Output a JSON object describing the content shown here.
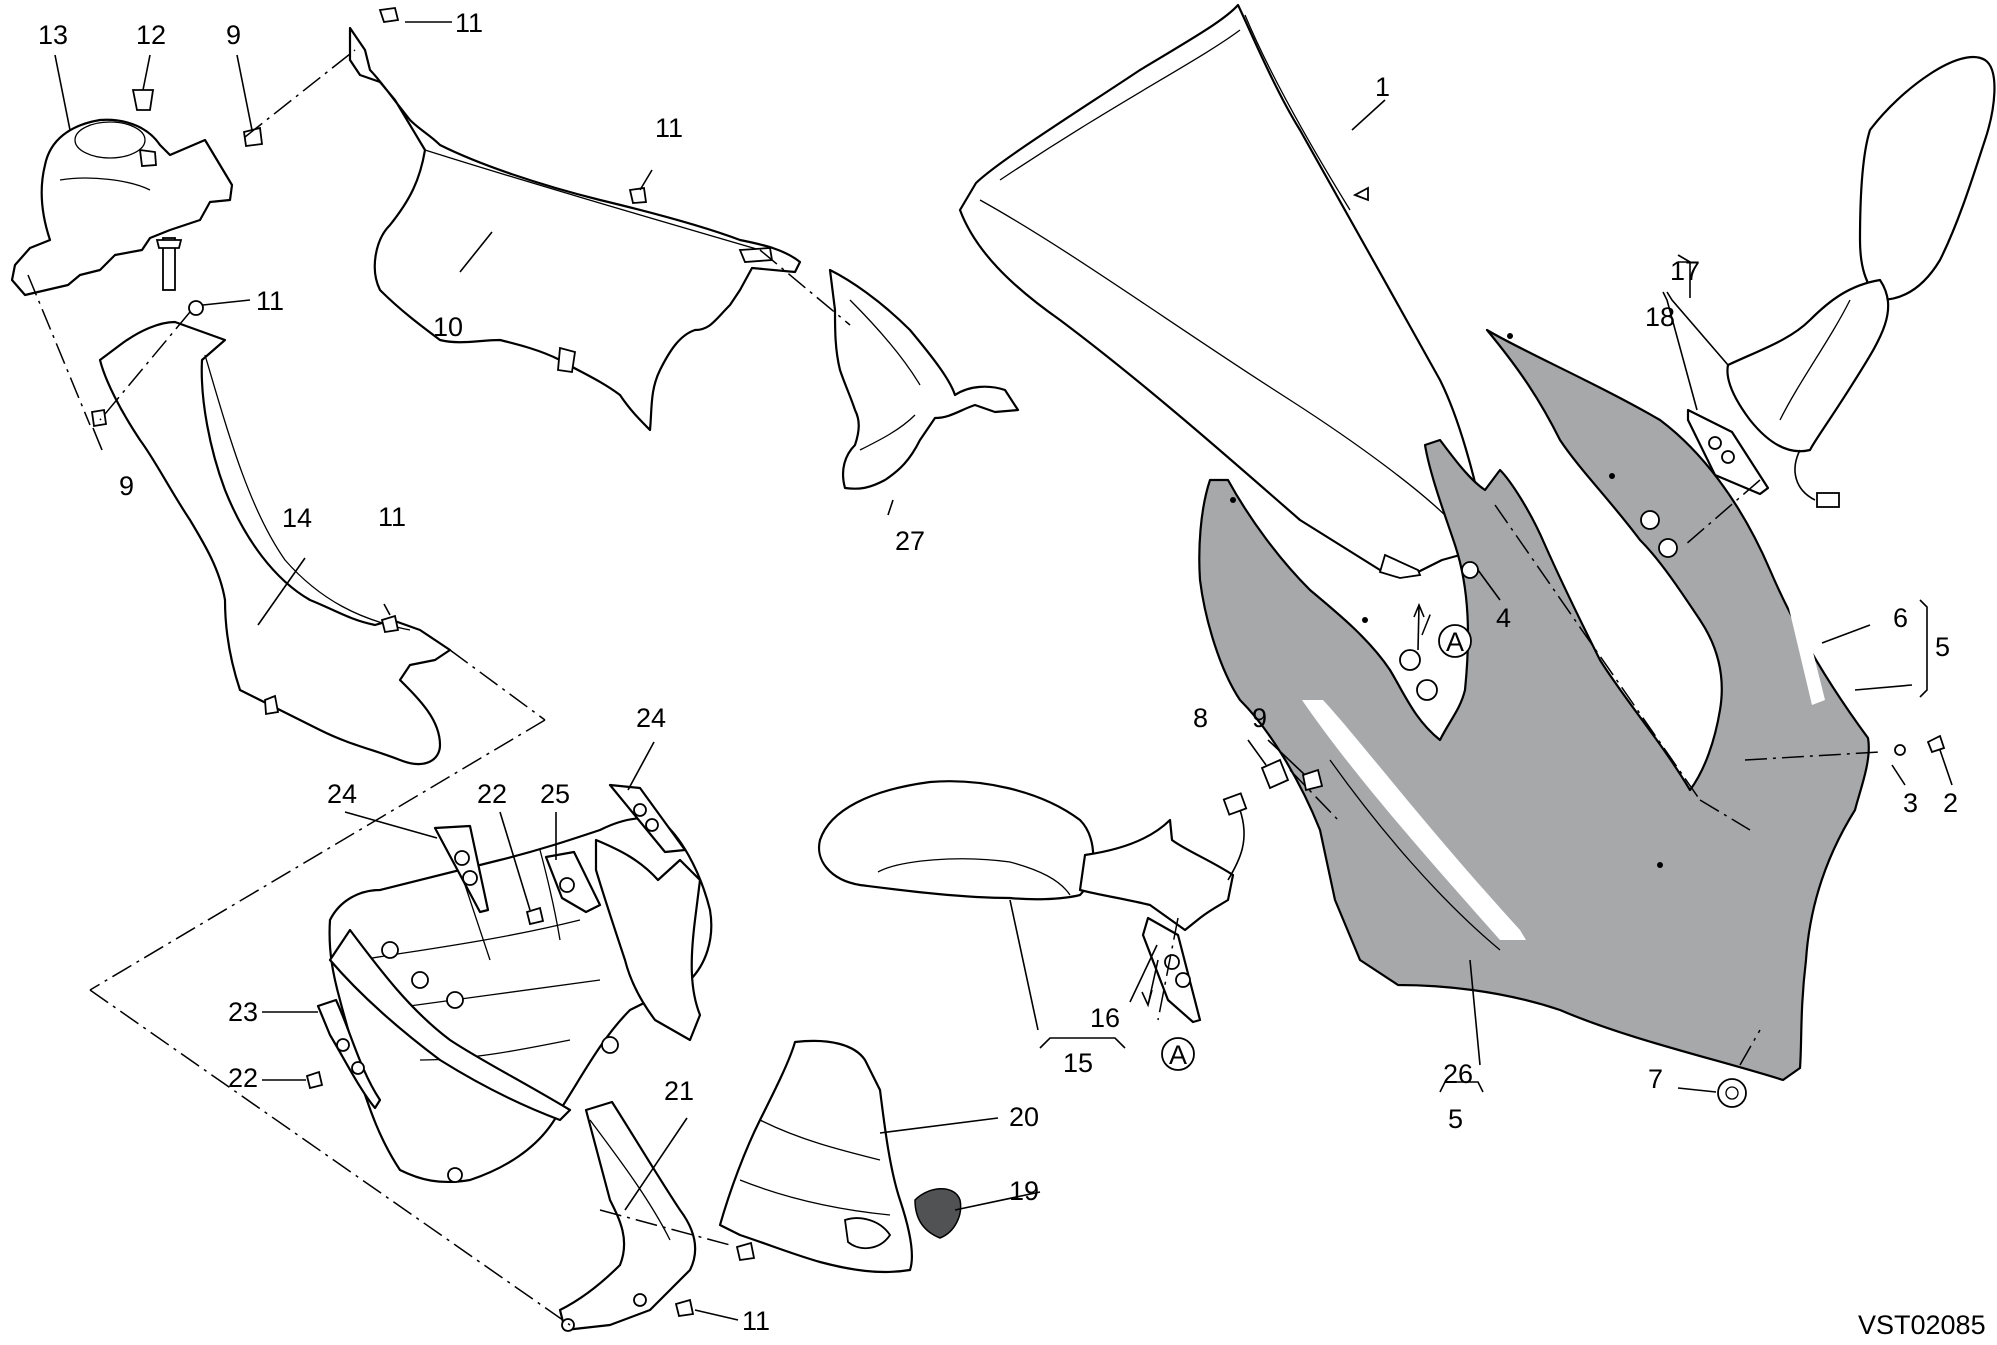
{
  "diagram": {
    "drawing_code": "VST02085",
    "reference_mark": "A",
    "callouts": [
      {
        "id": "c1",
        "label": "1"
      },
      {
        "id": "c2",
        "label": "2"
      },
      {
        "id": "c3",
        "label": "3"
      },
      {
        "id": "c4",
        "label": "4"
      },
      {
        "id": "c5a",
        "label": "5"
      },
      {
        "id": "c5b",
        "label": "5"
      },
      {
        "id": "c6",
        "label": "6"
      },
      {
        "id": "c7",
        "label": "7"
      },
      {
        "id": "c8",
        "label": "8"
      },
      {
        "id": "c9a",
        "label": "9"
      },
      {
        "id": "c9b",
        "label": "9"
      },
      {
        "id": "c9c",
        "label": "9"
      },
      {
        "id": "c10",
        "label": "10"
      },
      {
        "id": "c11a",
        "label": "11"
      },
      {
        "id": "c11b",
        "label": "11"
      },
      {
        "id": "c11c",
        "label": "11"
      },
      {
        "id": "c11d",
        "label": "11"
      },
      {
        "id": "c11e",
        "label": "11"
      },
      {
        "id": "c12",
        "label": "12"
      },
      {
        "id": "c13",
        "label": "13"
      },
      {
        "id": "c14",
        "label": "14"
      },
      {
        "id": "c15",
        "label": "15"
      },
      {
        "id": "c16",
        "label": "16"
      },
      {
        "id": "c17",
        "label": "17"
      },
      {
        "id": "c18",
        "label": "18"
      },
      {
        "id": "c19",
        "label": "19"
      },
      {
        "id": "c20",
        "label": "20"
      },
      {
        "id": "c21",
        "label": "21"
      },
      {
        "id": "c22a",
        "label": "22"
      },
      {
        "id": "c22b",
        "label": "22"
      },
      {
        "id": "c23",
        "label": "23"
      },
      {
        "id": "c24a",
        "label": "24"
      },
      {
        "id": "c24b",
        "label": "24"
      },
      {
        "id": "c25",
        "label": "25"
      },
      {
        "id": "c26",
        "label": "26"
      },
      {
        "id": "c27",
        "label": "27"
      }
    ]
  },
  "colors": {
    "fairing_fill": "#a7a8aa",
    "line": "#000000",
    "background": "#ffffff"
  }
}
